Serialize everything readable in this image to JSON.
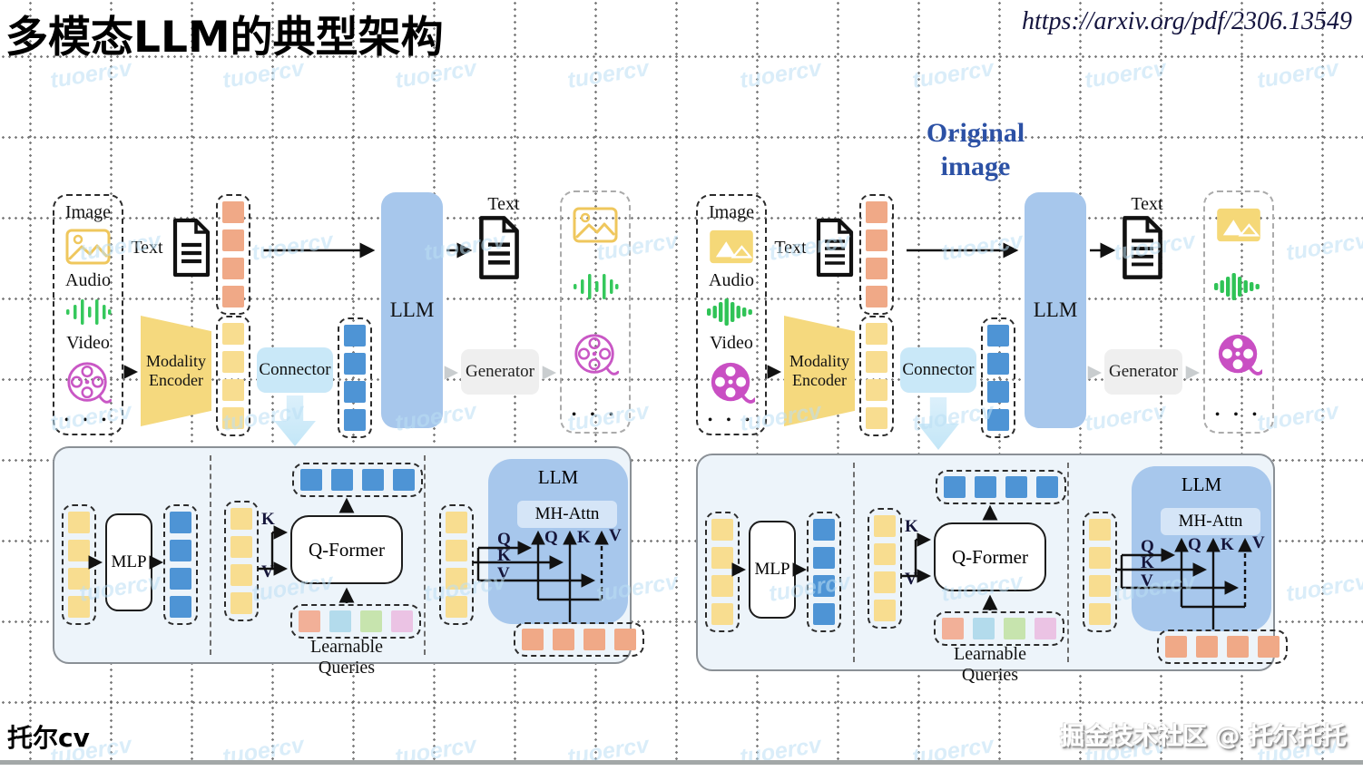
{
  "header": {
    "title": "多模态LLM的典型架构",
    "url": "https://arxiv.org/pdf/2306.13549"
  },
  "annotation": {
    "line1": "Original",
    "line2": "image",
    "color": "#2C51A5"
  },
  "watermark": {
    "text": "tuoercv",
    "color": "#BCE0F5"
  },
  "footer": {
    "logo": "托尔cv",
    "credit": "掘金技术社区 @ 托尔托托"
  },
  "diagram": {
    "modalities": {
      "image": "Image",
      "audio": "Audio",
      "video": "Video",
      "ellipsis": "• • •"
    },
    "labels": {
      "text_in": "Text",
      "modality_encoder": "Modality Encoder",
      "connector": "Connector",
      "llm": "LLM",
      "generator": "Generator",
      "text_out": "Text",
      "mlp": "MLP",
      "qformer": "Q-Former",
      "learnable_queries": "Learnable Queries",
      "mh_attn": "MH-Attn",
      "q": "Q",
      "k": "K",
      "v": "V"
    },
    "colors": {
      "orange_token": "#F0A987",
      "yellow_token": "#F8DD90",
      "blue_token": "#4E94D5",
      "llm_box": "#A7C7EC",
      "connector": "#C9E8F8",
      "generator": "#EFEFEF",
      "encoder": "#F5D97E",
      "panel_bg": "#EDF4FA",
      "mh_attn_bg": "#D5E5F7",
      "lq": [
        "#F2B098",
        "#B3DBEC",
        "#C7E4AE",
        "#EBC3E4"
      ]
    }
  }
}
